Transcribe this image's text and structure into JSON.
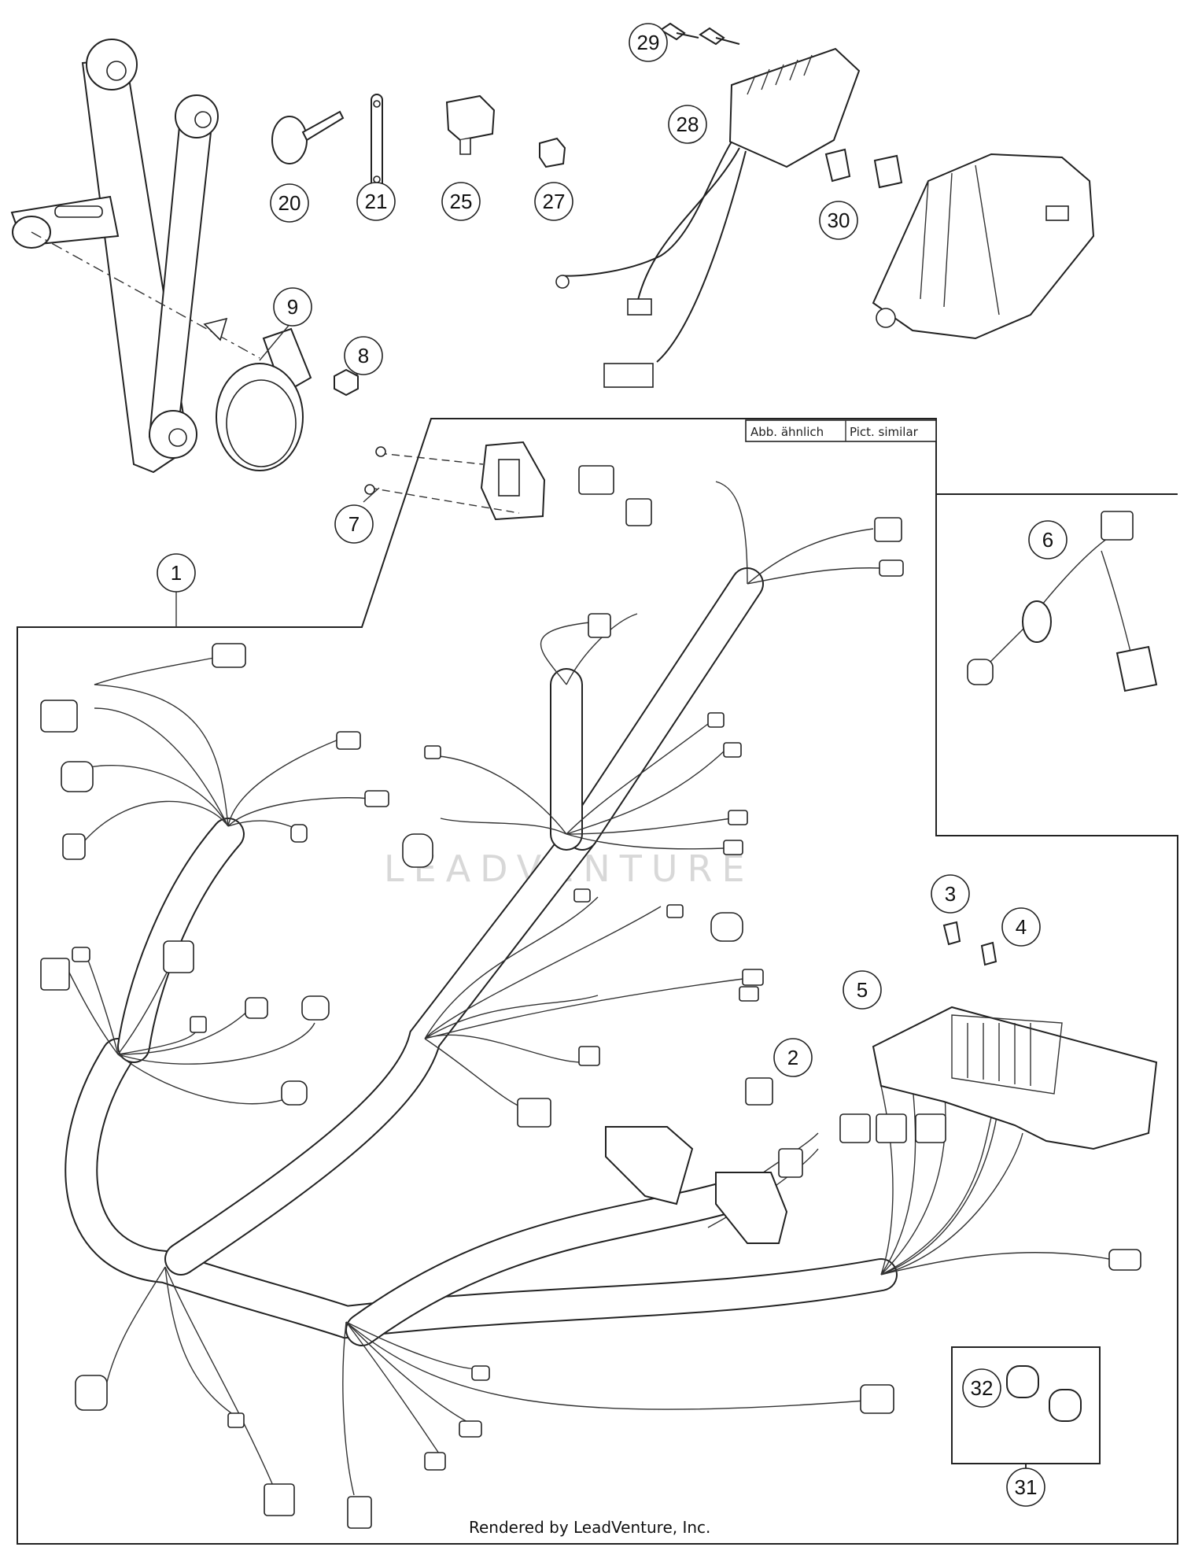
{
  "similar_labels": [
    "Abb. ähnlich",
    "Pict. similar"
  ],
  "callouts": [
    "1",
    "2",
    "3",
    "4",
    "5",
    "6",
    "7",
    "8",
    "9",
    "20",
    "21",
    "25",
    "27",
    "28",
    "29",
    "30",
    "31",
    "32"
  ],
  "watermark": "LEADVENTURE",
  "footer": "Rendered by LeadVenture, Inc."
}
